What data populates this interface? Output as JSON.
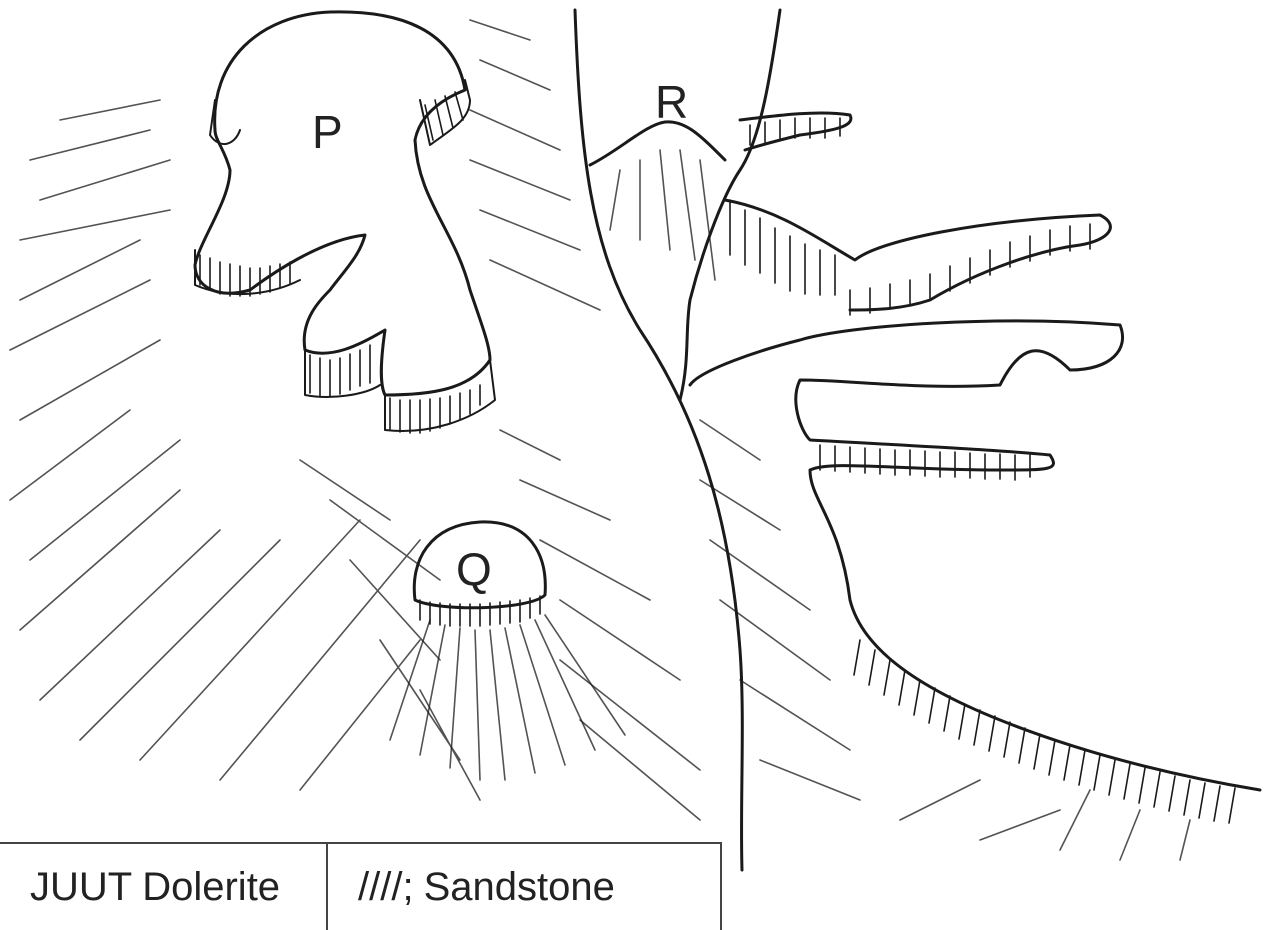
{
  "labels": {
    "p": "P",
    "q": "Q",
    "r": "R"
  },
  "legend": [
    {
      "key": "dolerite",
      "symbol": "JUUT",
      "text": "Dolerite"
    },
    {
      "key": "sandstone",
      "symbol": "////;",
      "text": "Sandstone"
    }
  ]
}
